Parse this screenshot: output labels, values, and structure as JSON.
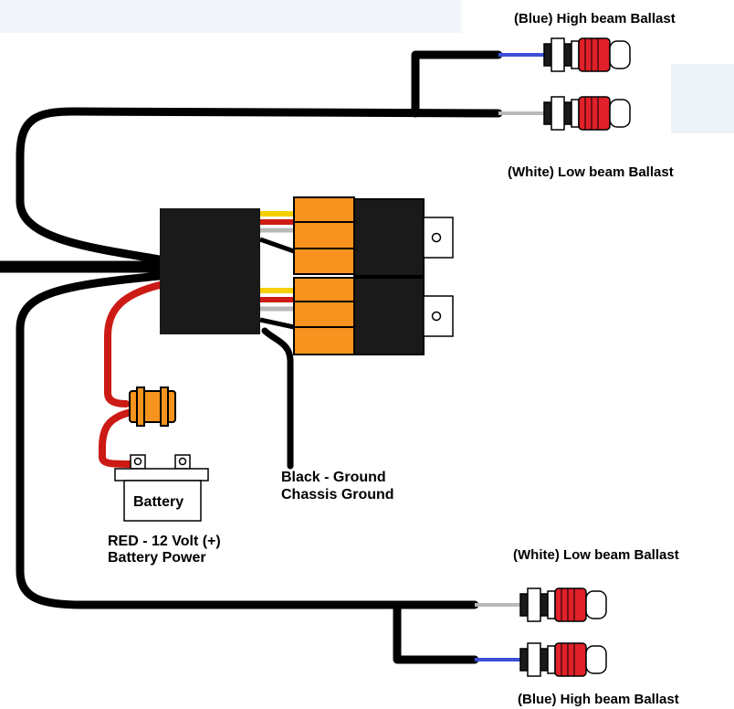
{
  "connectors": {
    "top_high": "(Blue) High beam Ballast",
    "top_low": "(White) Low beam Ballast",
    "bottom_low": "(White) Low beam Ballast",
    "bottom_high": "(Blue) High beam Ballast"
  },
  "battery": {
    "label": "Battery",
    "caption_line1": "RED - 12 Volt (+)",
    "caption_line2": "Battery Power"
  },
  "ground": {
    "line1": "Black - Ground",
    "line2": "Chassis Ground"
  },
  "colors": {
    "harness": "#000000",
    "relay_socket": "#f7931e",
    "relay_body": "#1a1a1a",
    "power_wire": "#cc1a14",
    "fuse_holder": "#f7941d",
    "high_beam_wire": "#3b4fd8",
    "low_beam_wire": "#b8b8b8",
    "wire_yellow": "#f5d000",
    "connector_red": "#e0202a"
  },
  "icons": [
    "relay-icon",
    "fuse-holder-icon",
    "battery-icon",
    "ballast-connector-icon"
  ]
}
